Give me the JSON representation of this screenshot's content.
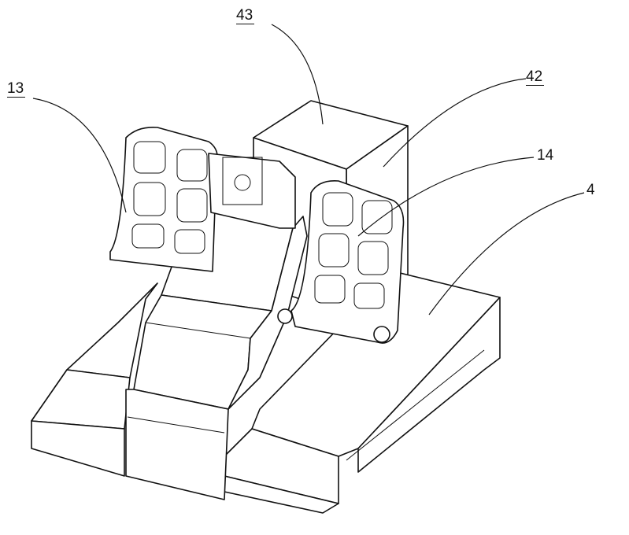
{
  "figure": {
    "labels": [
      {
        "id": "label-43",
        "text": "43",
        "underlined": true
      },
      {
        "id": "label-42",
        "text": "42",
        "underlined": true
      },
      {
        "id": "label-13",
        "text": "13",
        "underlined": true
      },
      {
        "id": "label-14",
        "text": "14",
        "underlined": false
      },
      {
        "id": "label-4",
        "text": "4",
        "underlined": false
      }
    ],
    "line_color": "#111111",
    "background": "#ffffff"
  }
}
